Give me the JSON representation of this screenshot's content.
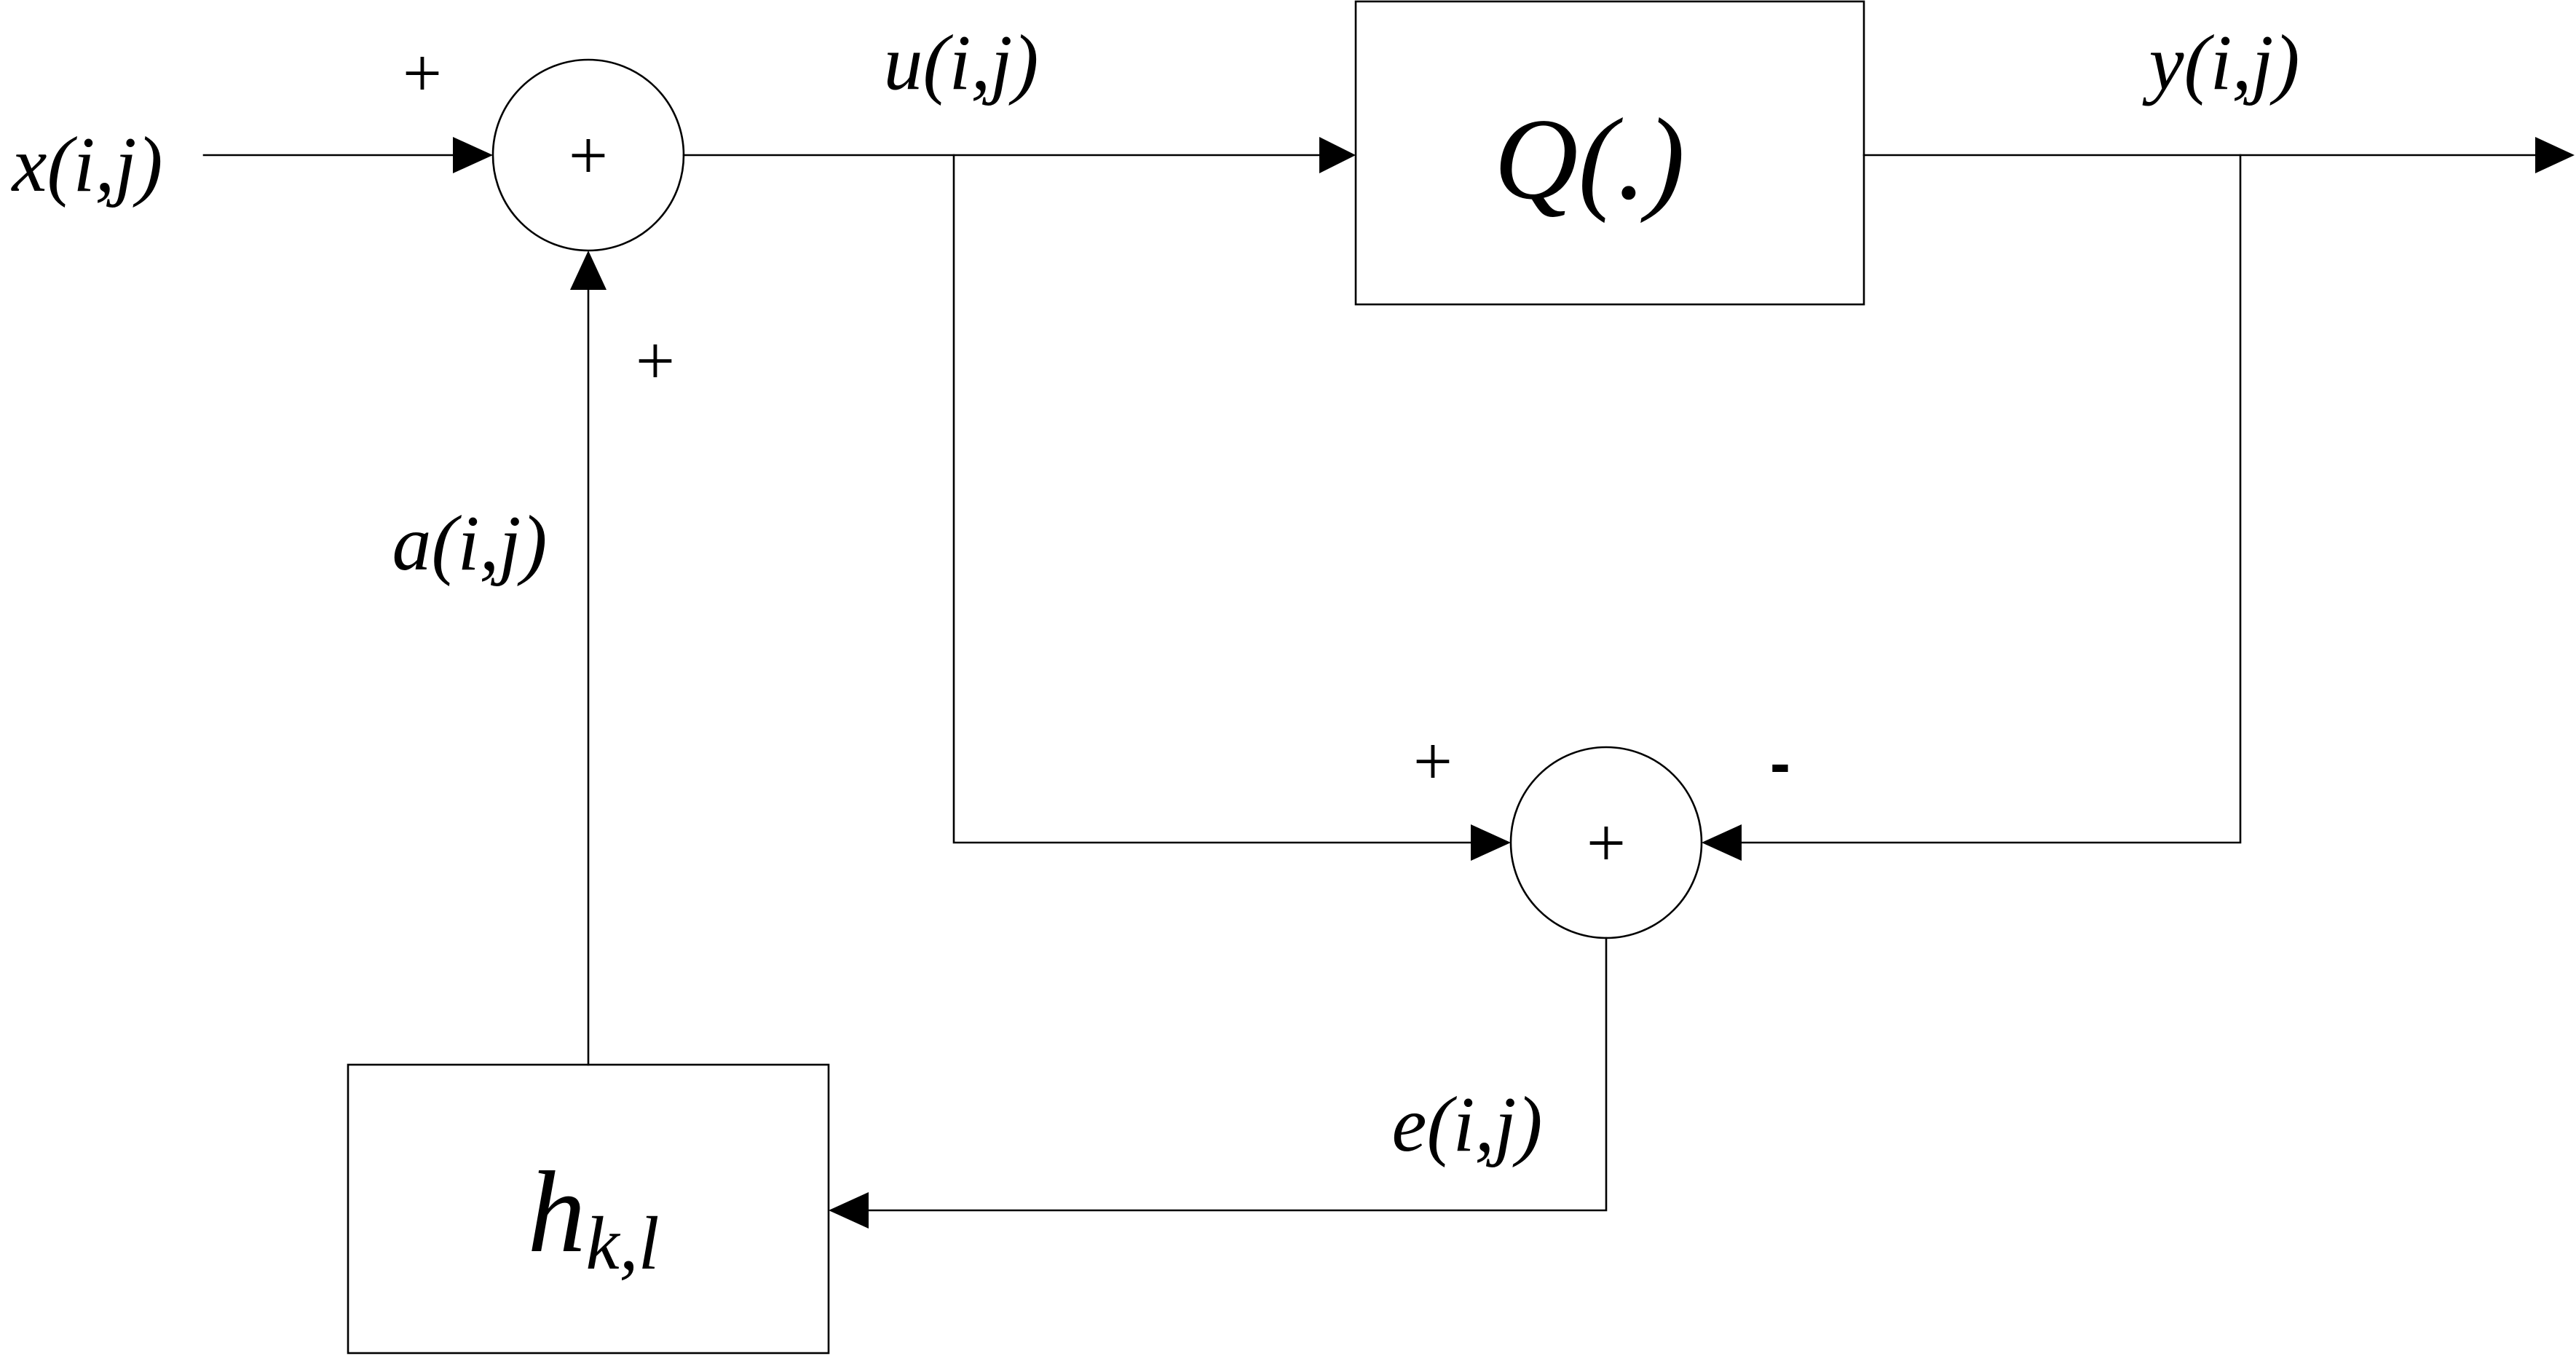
{
  "signals": {
    "input": "x(i,j)",
    "sum_output": "u(i,j)",
    "quantizer_output": "y(i,j)",
    "feedback": "a(i,j)",
    "error": "e(i,j)"
  },
  "blocks": {
    "quantizer": "Q(.)",
    "filter_base": "h",
    "filter_subscript": "k,l"
  },
  "summing_junctions": {
    "top": {
      "symbol": "+",
      "sign_input": "+",
      "sign_feedback": "+"
    },
    "bottom": {
      "symbol": "+",
      "sign_u": "+",
      "sign_y": "-"
    }
  }
}
